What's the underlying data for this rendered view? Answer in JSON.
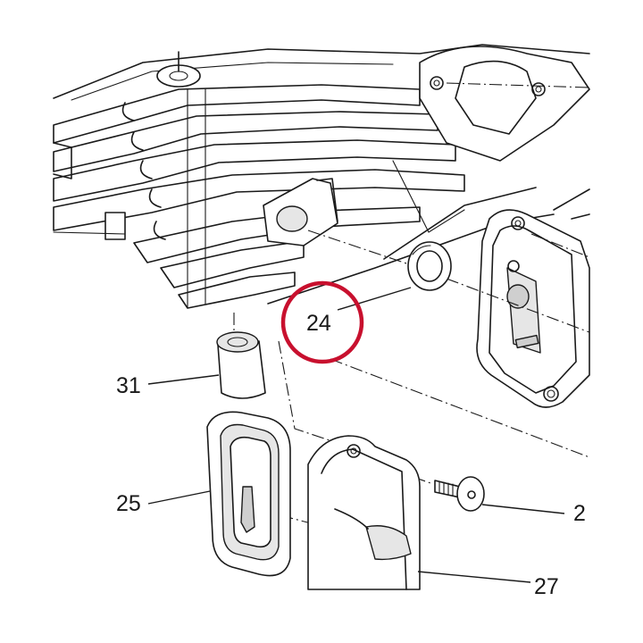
{
  "diagram": {
    "highlight_color": "#c8102e",
    "line_color": "#1a1a1a",
    "callouts": {
      "c24": "24",
      "c31": "31",
      "c25": "25",
      "c2x": "2",
      "c27": "27"
    },
    "highlighted_callout": "24"
  }
}
